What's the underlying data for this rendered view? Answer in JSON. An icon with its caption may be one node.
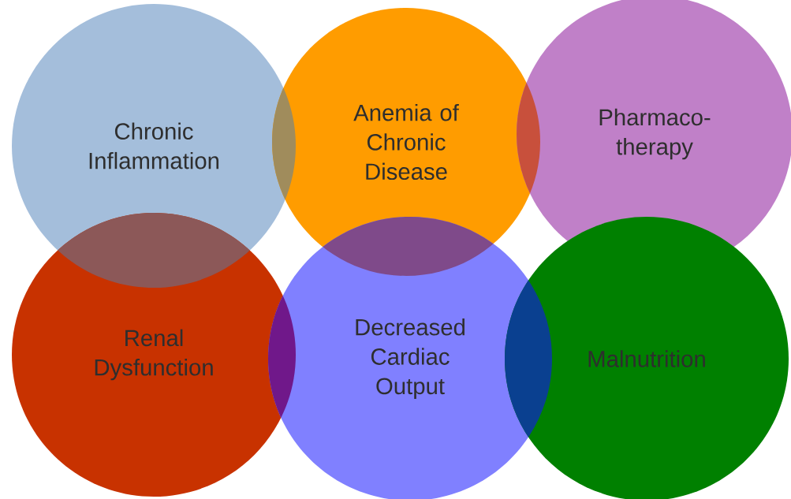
{
  "diagram": {
    "nodes": [
      {
        "text": [
          "Chronic Inflammation"
        ]
      },
      {
        "text": [
          "Anemia of Chronic Disease"
        ]
      },
      {
        "text": [
          "Pharmaco-therapy"
        ]
      },
      {
        "text": [
          "Renal Dysfunction"
        ]
      },
      {
        "text": [
          "Decreased Cardiac Output"
        ]
      },
      {
        "text": [
          "Malnutrition"
        ]
      }
    ],
    "edges": []
  }
}
